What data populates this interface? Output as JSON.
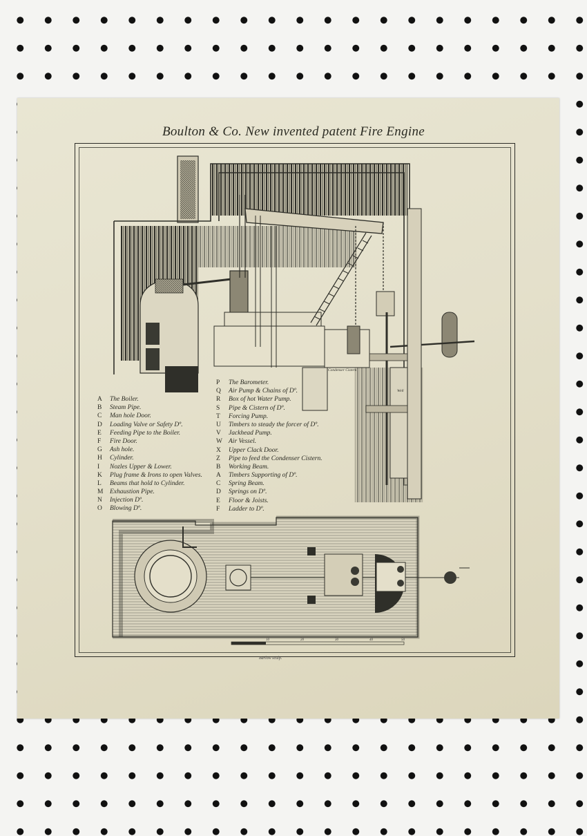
{
  "plate": {
    "title": "Boulton & Co. New invented patent Fire Engine",
    "credit": "Barlow sculp.",
    "diagram_labels": {
      "condenser_cistern": "Condenser Cistern",
      "well": "Well"
    },
    "scale_ticks": [
      "10",
      "20",
      "30",
      "40",
      "50"
    ]
  },
  "legend_left": [
    {
      "key": "A",
      "text": "The Boiler."
    },
    {
      "key": "B",
      "text": "Steam Pipe."
    },
    {
      "key": "C",
      "text": "Man hole Door."
    },
    {
      "key": "D",
      "text": "Loading Valve or Safety Dº."
    },
    {
      "key": "E",
      "text": "Feeding Pipe to the Boiler."
    },
    {
      "key": "F",
      "text": "Fire Door."
    },
    {
      "key": "G",
      "text": "Ash hole."
    },
    {
      "key": "H",
      "text": "Cylinder."
    },
    {
      "key": "I",
      "text": "Nozles Upper & Lower."
    },
    {
      "key": "K",
      "text": "Plug frame & Irons to open Valves."
    },
    {
      "key": "L",
      "text": "Beams that hold to Cylinder."
    },
    {
      "key": "M",
      "text": "Exhaustion Pipe."
    },
    {
      "key": "N",
      "text": "Injection  Dº."
    },
    {
      "key": "O",
      "text": "Blowing  Dº."
    }
  ],
  "legend_right": [
    {
      "key": "P",
      "text": "The Barometer."
    },
    {
      "key": "Q",
      "text": "Air Pump & Chains of Dº."
    },
    {
      "key": "R",
      "text": "Box of hot Water Pump."
    },
    {
      "key": "S",
      "text": "Pipe & Cistern of Dº."
    },
    {
      "key": "T",
      "text": "Forcing Pump."
    },
    {
      "key": "U",
      "text": "Timbers to steady the forcer of Dº."
    },
    {
      "key": "V",
      "text": "Jackhead Pump."
    },
    {
      "key": "W",
      "text": "Air Vessel."
    },
    {
      "key": "X",
      "text": "Upper Clack Door."
    },
    {
      "key": "Z",
      "text": "Pipe to feed the Condenser Cistern."
    },
    {
      "key": "B",
      "text": "Working Beam."
    },
    {
      "key": "A",
      "text": "Timbers Supporting of Dº."
    },
    {
      "key": "C",
      "text": "Spring Beam."
    },
    {
      "key": "D",
      "text": "Springs on Dº."
    },
    {
      "key": "E",
      "text": "Floor & Joists."
    },
    {
      "key": "F",
      "text": "Ladder to Dº."
    }
  ]
}
